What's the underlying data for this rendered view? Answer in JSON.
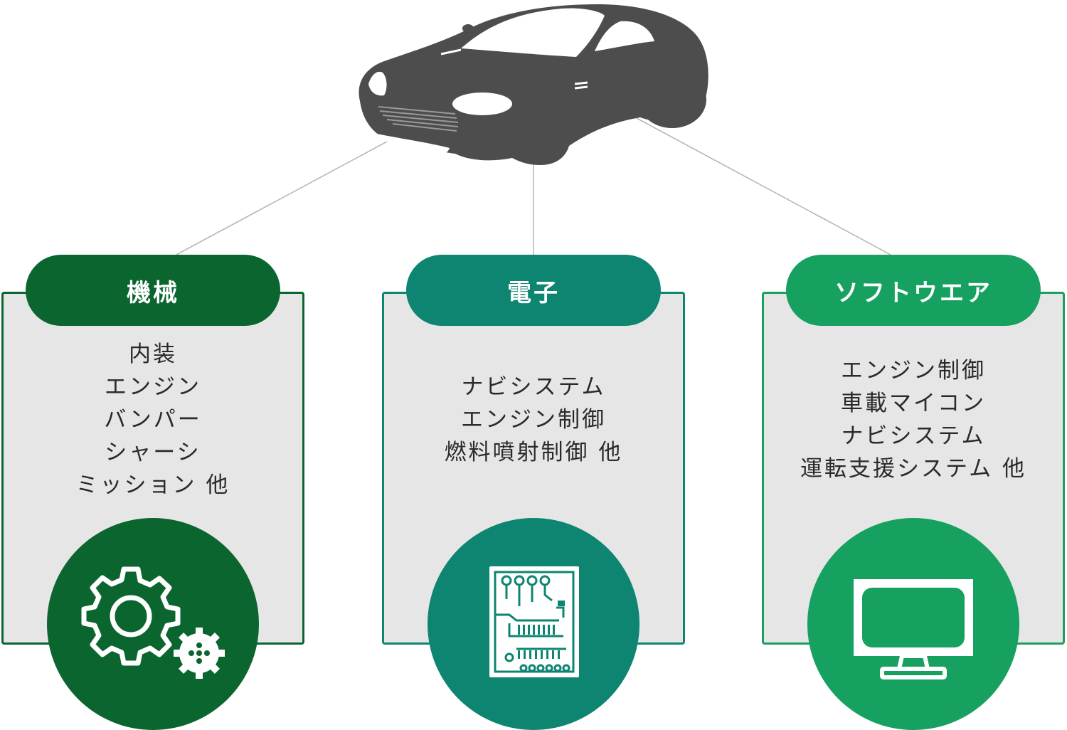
{
  "colors": {
    "mechanical": "#0b652f",
    "electronic": "#0e8571",
    "software": "#17a160",
    "card_background": "#e6e6e6",
    "car": "#4d4d4d",
    "connector": "#b3b3b3"
  },
  "car_icon": "sports-car-silhouette",
  "categories": [
    {
      "title": "機械",
      "items": [
        "内装",
        "エンジン",
        "バンパー",
        "シャーシ",
        "ミッション 他"
      ],
      "icon": "gears-icon"
    },
    {
      "title": "電子",
      "items": [
        "ナビシステム",
        "エンジン制御",
        "燃料噴射制御 他"
      ],
      "icon": "circuit-board-icon"
    },
    {
      "title": "ソフトウエア",
      "items": [
        "エンジン制御",
        "車載マイコン",
        "ナビシステム",
        "運転支援システム 他"
      ],
      "icon": "monitor-icon"
    }
  ]
}
